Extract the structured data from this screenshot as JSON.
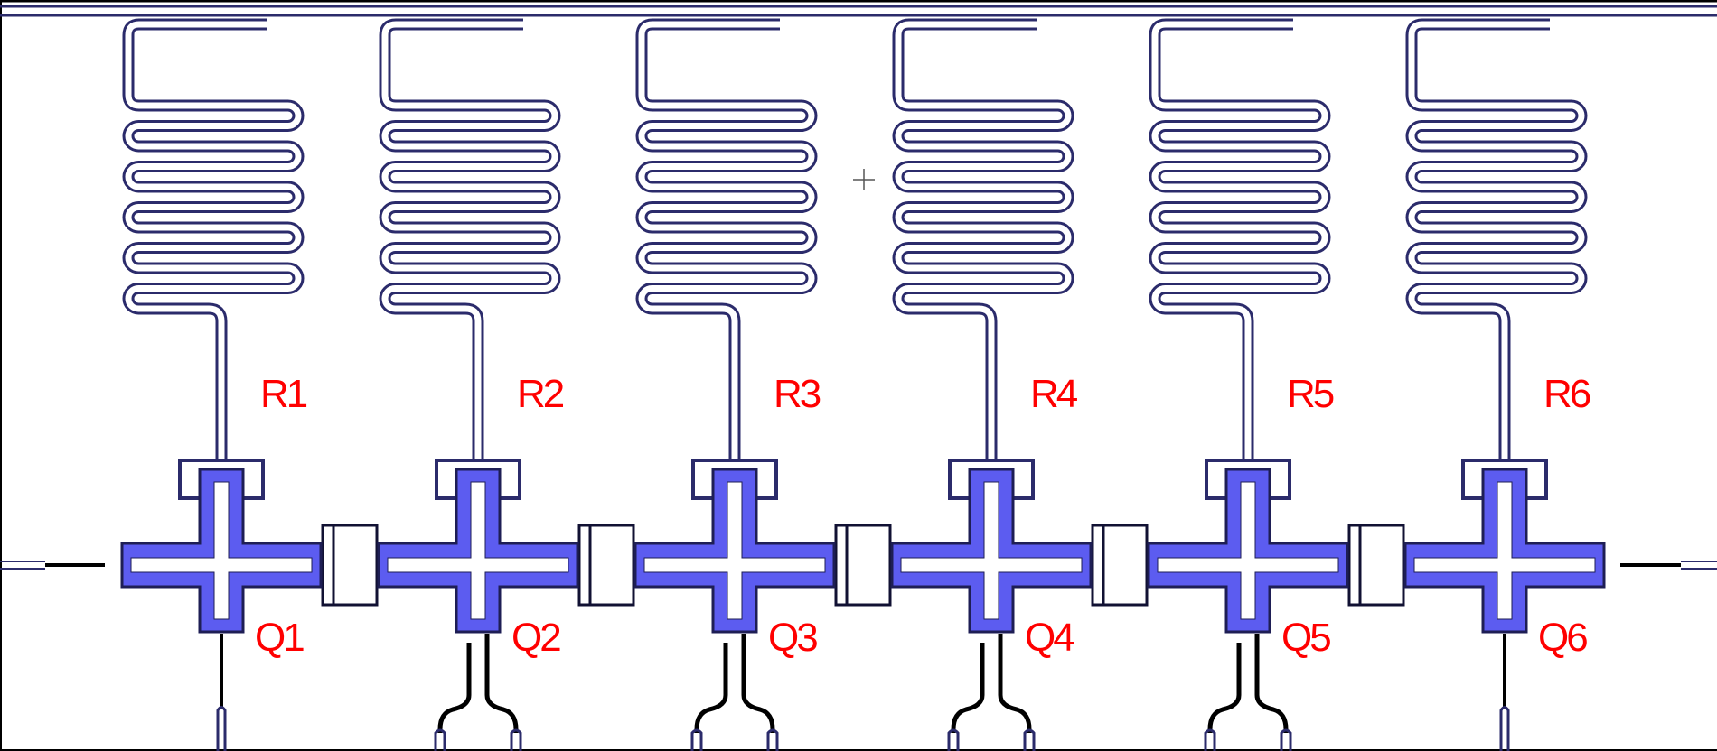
{
  "title": "Six-qubit chain layout with readout resonators",
  "colors": {
    "background": "#ffffff",
    "trace": "#2b2b6b",
    "trace_dark": "#111133",
    "qubit_fill": "#5c5cf0",
    "qubit_edge": "#1e1e55",
    "control_line": "#000000",
    "label": "#ff0000",
    "crosshair": "#555555"
  },
  "feedline": {
    "name": "readout feedline"
  },
  "cursor": {
    "name": "crosshair-cursor"
  },
  "units": [
    {
      "resonator": "R1",
      "qubit": "Q1",
      "control": "single"
    },
    {
      "resonator": "R2",
      "qubit": "Q2",
      "control": "double"
    },
    {
      "resonator": "R3",
      "qubit": "Q3",
      "control": "double"
    },
    {
      "resonator": "R4",
      "qubit": "Q4",
      "control": "double"
    },
    {
      "resonator": "R5",
      "qubit": "Q5",
      "control": "double"
    },
    {
      "resonator": "R6",
      "qubit": "Q6",
      "control": "single"
    }
  ]
}
